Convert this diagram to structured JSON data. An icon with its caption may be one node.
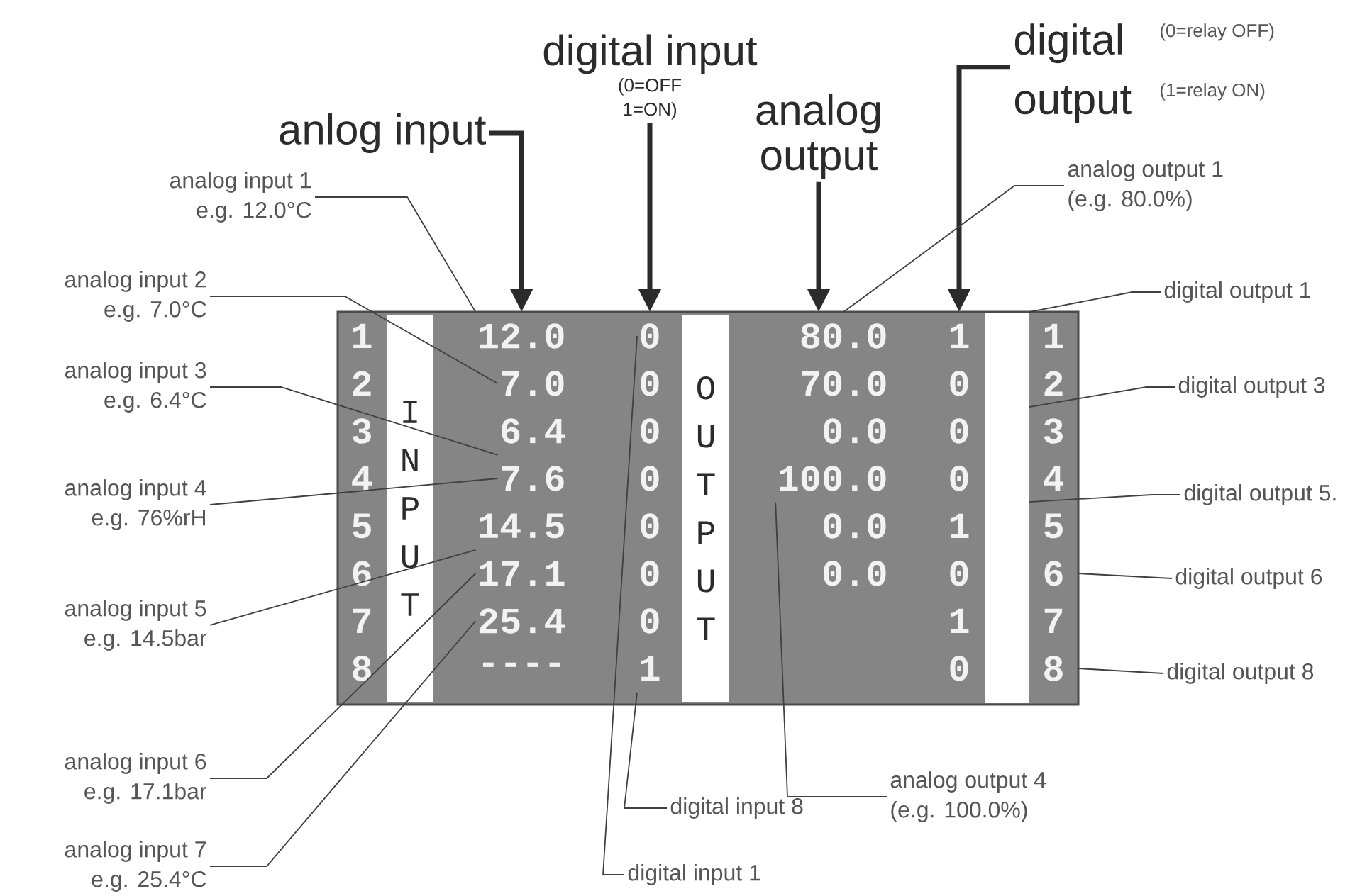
{
  "diagram": {
    "nodes": [
      {
        "text": [],
        "shape": "box"
      },
      {
        "text": [
          "1"
        ],
        "in": 0
      },
      {
        "text": [
          "2"
        ],
        "in": 0
      },
      {
        "text": [
          "3"
        ],
        "in": 0
      },
      {
        "text": [
          "4"
        ],
        "in": 0
      },
      {
        "text": [
          "5"
        ],
        "in": 0
      },
      {
        "text": [
          "6"
        ],
        "in": 0
      },
      {
        "text": [
          "7"
        ],
        "in": 0
      },
      {
        "text": [
          "8"
        ],
        "in": 0
      },
      {
        "text": [
          "I N P U T"
        ],
        "in": 0
      },
      {
        "text": [
          "12.0"
        ],
        "in": 0
      },
      {
        "text": [
          "7.0"
        ],
        "in": 0
      },
      {
        "text": [
          "6.4"
        ],
        "in": 0
      },
      {
        "text": [
          "7.6"
        ],
        "in": 0
      },
      {
        "text": [
          "14.5"
        ],
        "in": 0
      },
      {
        "text": [
          "17.1"
        ],
        "in": 0
      },
      {
        "text": [
          "25.4"
        ],
        "in": 0
      },
      {
        "text": [
          "----"
        ],
        "in": 0
      },
      {
        "text": [
          "0"
        ],
        "in": 0
      },
      {
        "text": [
          "0"
        ],
        "in": 0
      },
      {
        "text": [
          "0"
        ],
        "in": 0
      },
      {
        "text": [
          "0"
        ],
        "in": 0
      },
      {
        "text": [
          "0"
        ],
        "in": 0
      },
      {
        "text": [
          "0"
        ],
        "in": 0
      },
      {
        "text": [
          "0"
        ],
        "in": 0
      },
      {
        "text": [
          "1"
        ],
        "in": 0
      },
      {
        "text": [
          "O U T P U T"
        ],
        "in": 0
      },
      {
        "text": [
          "80.0"
        ],
        "in": 0
      },
      {
        "text": [
          "70.0"
        ],
        "in": 0
      },
      {
        "text": [
          "0.0"
        ],
        "in": 0
      },
      {
        "text": [
          "100.0"
        ],
        "in": 0
      },
      {
        "text": [
          "0.0"
        ],
        "in": 0
      },
      {
        "text": [
          "0.0"
        ],
        "in": 0
      },
      {
        "text": [
          "1"
        ],
        "in": 0
      },
      {
        "text": [
          "0"
        ],
        "in": 0
      },
      {
        "text": [
          "0"
        ],
        "in": 0
      },
      {
        "text": [
          "0"
        ],
        "in": 0
      },
      {
        "text": [
          "1"
        ],
        "in": 0
      },
      {
        "text": [
          "0"
        ],
        "in": 0
      },
      {
        "text": [
          "1"
        ],
        "in": 0
      },
      {
        "text": [
          "0"
        ],
        "in": 0
      },
      {
        "text": [
          "1"
        ],
        "in": 0
      },
      {
        "text": [
          "2"
        ],
        "in": 0
      },
      {
        "text": [
          "3"
        ],
        "in": 0
      },
      {
        "text": [
          "4"
        ],
        "in": 0
      },
      {
        "text": [
          "5"
        ],
        "in": 0
      },
      {
        "text": [
          "6"
        ],
        "in": 0
      },
      {
        "text": [
          "7"
        ],
        "in": 0
      },
      {
        "text": [
          "8"
        ],
        "in": 0
      },
      {
        "text": [
          "anlog input"
        ]
      },
      {
        "text": [
          "digital input",
          "(0=OFF 1=ON)"
        ]
      },
      {
        "text": [
          "analog output"
        ]
      },
      {
        "text": [
          "digital output",
          "(0=relay OFF) (1=relay ON)"
        ]
      },
      {
        "text": [
          "analog input 1",
          "e.g. 12.0°C"
        ]
      },
      {
        "text": [
          "analog input 2",
          "e.g. 7.0°C"
        ]
      },
      {
        "text": [
          "analog input 3",
          "e.g. 6.4°C"
        ]
      },
      {
        "text": [
          "analog input 4",
          "e.g. 76%rH"
        ]
      },
      {
        "text": [
          "analog input 5",
          "e.g. 14.5bar"
        ]
      },
      {
        "text": [
          "analog input 6",
          "e.g. 17.1bar"
        ]
      },
      {
        "text": [
          "analog input 7",
          "e.g. 25.4°C"
        ]
      },
      {
        "text": [
          "analog output 1",
          "(e.g. 80.0%)"
        ]
      },
      {
        "text": [
          "analog output 4",
          "(e.g. 100.0%)"
        ]
      },
      {
        "text": [
          "digital input 8"
        ]
      },
      {
        "text": [
          "digital input 1"
        ]
      },
      {
        "text": [
          "digital output 1"
        ]
      },
      {
        "text": [
          "digital output 3"
        ]
      },
      {
        "text": [
          "digital output 5."
        ]
      },
      {
        "text": [
          "digital output 6"
        ]
      },
      {
        "text": [
          "digital output 8"
        ]
      },
      {
        "text": [],
        "shape": "bar",
        "in": 0
      }
    ],
    "edges": [
      {
        "from": 49,
        "to": 10,
        "arrow": "to",
        "style": "thick"
      },
      {
        "from": 50,
        "to": 18,
        "arrow": "to",
        "style": "thick"
      },
      {
        "from": 51,
        "to": 27,
        "arrow": "to",
        "style": "thick"
      },
      {
        "from": 52,
        "to": 33,
        "arrow": "to",
        "style": "thick"
      },
      {
        "from": 53,
        "to": 10,
        "arrow": "none"
      },
      {
        "from": 54,
        "to": 11,
        "arrow": "none"
      },
      {
        "from": 55,
        "to": 12,
        "arrow": "none"
      },
      {
        "from": 56,
        "to": 13,
        "arrow": "none"
      },
      {
        "from": 57,
        "to": 14,
        "arrow": "none"
      },
      {
        "from": 58,
        "to": 15,
        "arrow": "none"
      },
      {
        "from": 59,
        "to": 16,
        "arrow": "none"
      },
      {
        "from": 60,
        "to": 27,
        "arrow": "none"
      },
      {
        "from": 61,
        "to": 30,
        "arrow": "none"
      },
      {
        "from": 62,
        "to": 25,
        "arrow": "none"
      },
      {
        "from": 63,
        "to": 18,
        "arrow": "none"
      },
      {
        "from": 64,
        "to": 41,
        "arrow": "none"
      },
      {
        "from": 65,
        "to": 43,
        "arrow": "none"
      },
      {
        "from": 66,
        "to": 45,
        "arrow": "none"
      },
      {
        "from": 67,
        "to": 46,
        "arrow": "none"
      },
      {
        "from": 68,
        "to": 48,
        "arrow": "none"
      }
    ]
  }
}
